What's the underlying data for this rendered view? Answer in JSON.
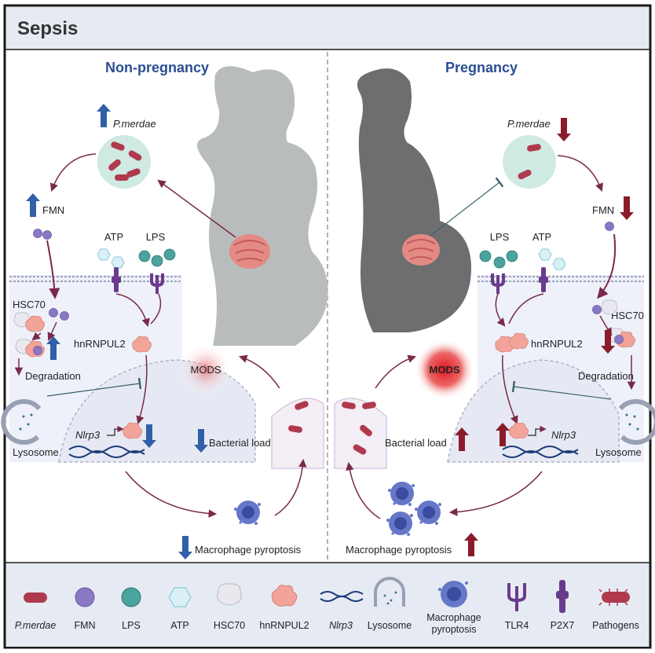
{
  "title": "Sepsis",
  "left": {
    "heading": "Non-pregnancy",
    "bacterium": "P.merdae",
    "fmn": "FMN",
    "atp": "ATP",
    "lps": "LPS",
    "hsc70": "HSC70",
    "hnrnpul2": "hnRNPUL2",
    "degradation": "Degradation",
    "lysosome": "Lysosome",
    "nlrp3": "Nlrp3",
    "mods": "MODS",
    "bacterial_load": "Bacterial load",
    "macrophage": "Macrophage pyroptosis"
  },
  "right": {
    "heading": "Pregnancy",
    "bacterium": "P.merdae",
    "fmn": "FMN",
    "atp": "ATP",
    "lps": "LPS",
    "hsc70": "HSC70",
    "hnrnpul2": "hnRNPUL2",
    "degradation": "Degradation",
    "lysosome": "Lysosome",
    "nlrp3": "Nlrp3",
    "mods": "MODS",
    "bacterial_load": "Bacterial load",
    "macrophage": "Macrophage pyroptosis"
  },
  "legend": {
    "pmerdae": "P.merdae",
    "fmn": "FMN",
    "lps": "LPS",
    "atp": "ATP",
    "hsc70": "HSC70",
    "hnrnpul2": "hnRNPUL2",
    "nlrp3": "Nlrp3",
    "lysosome": "Lysosome",
    "macro1": "Macrophage",
    "macro2": "pyroptosis",
    "tlr4": "TLR4",
    "p2x7": "P2X7",
    "pathogens": "Pathogens"
  },
  "colors": {
    "blue": "#3060a8",
    "darkred": "#8b1a2b",
    "arrow": "#7a2a48",
    "title_bg": "#e6ebf3",
    "cell_bg": "#eef1f9"
  }
}
